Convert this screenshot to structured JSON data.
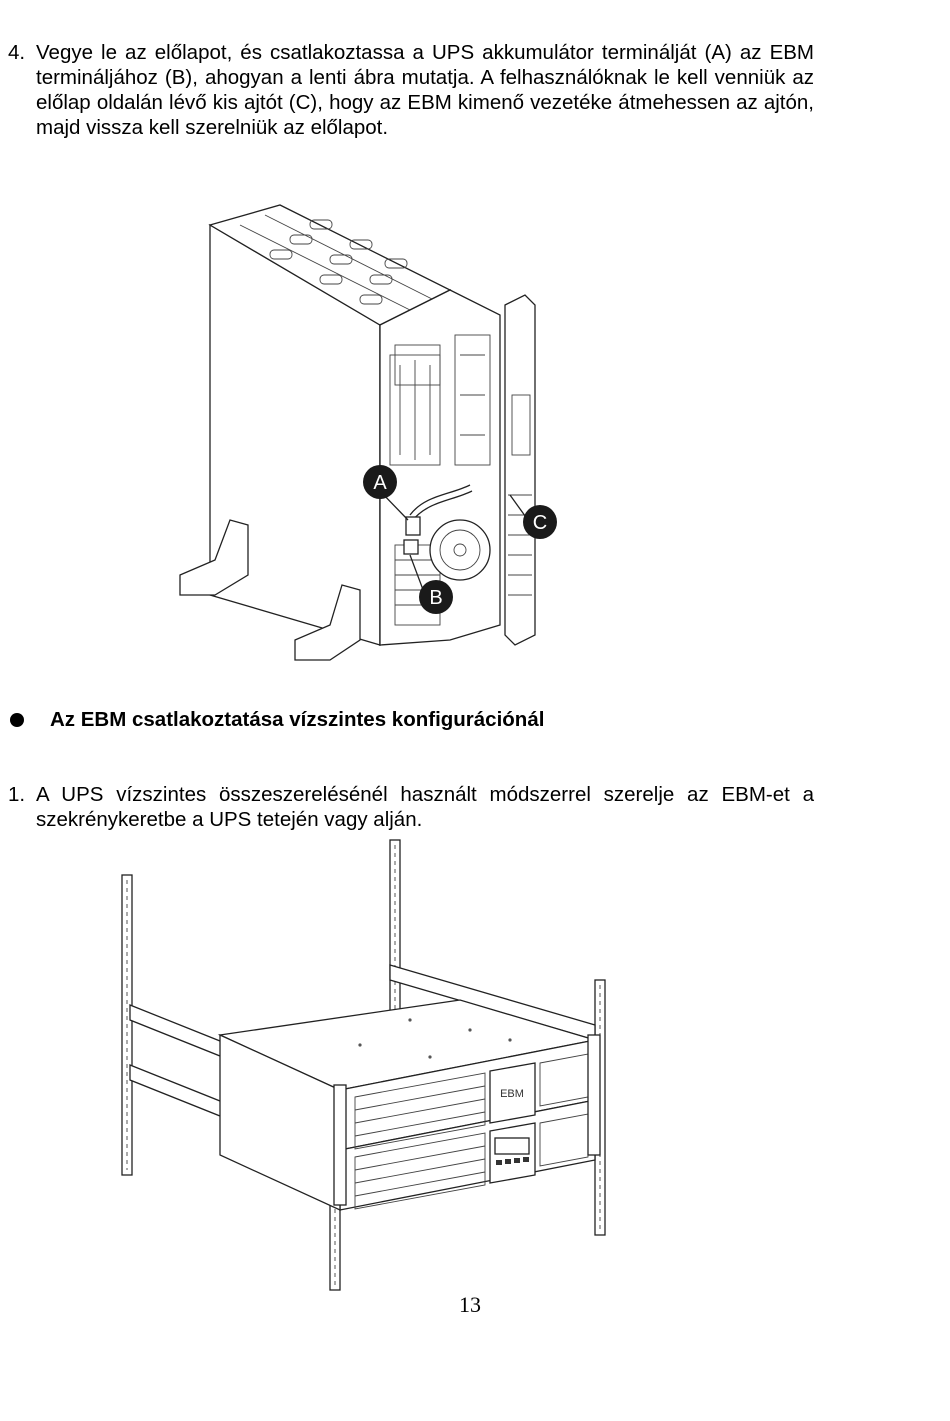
{
  "step4": {
    "number": "4.",
    "text": "Vegye le az előlapot, és csatlakoztassa a UPS akkumulátor terminálját (A) az EBM terminál­jához (B), ahogyan a lenti ábra mutatja. A felhasználóknak le kell venniük az előlap oldalán lévő kis ajtót (C), hogy az EBM kimenő vezetéke átmehessen az ajtón, majd vissza kell szerelniük az előlapot."
  },
  "figure1": {
    "callout_a": "A",
    "callout_b": "B",
    "callout_c": "C"
  },
  "section": {
    "heading": "Az EBM csatlakoztatása vízszintes konfigurációnál"
  },
  "step1": {
    "number": "1.",
    "text": "A UPS vízszintes összeszerelésénél használt módszerrel szerelje az EBM-et a szekrénykeretbe a UPS tetején vagy alján."
  },
  "figure2": {
    "panel_label": "EBM"
  },
  "page_number": "13"
}
